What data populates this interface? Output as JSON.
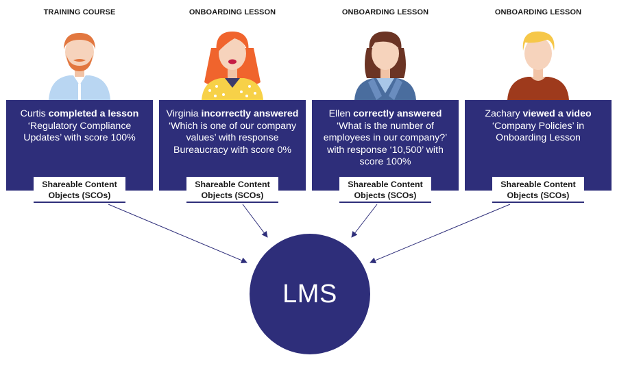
{
  "colors": {
    "primary": "#2e2e7a",
    "text_dark": "#1a1a1a",
    "background": "#ffffff"
  },
  "columns": [
    {
      "heading": "TRAINING COURSE",
      "avatar_icon": "man-beard-avatar-icon",
      "name": "Curtis",
      "action": "completed a lesson",
      "detail": "‘Regulatory Compliance Updates’ with score 100%",
      "sco_label": "Shareable Content Objects (SCOs)"
    },
    {
      "heading": "ONBOARDING LESSON",
      "avatar_icon": "woman-red-hair-avatar-icon",
      "name": "Virginia",
      "action": "incorrectly answered",
      "detail": "‘Which is one of our company values’ with response Bureaucracy with score 0%",
      "sco_label": "Shareable Content Objects (SCOs)"
    },
    {
      "heading": "ONBOARDING LESSON",
      "avatar_icon": "woman-brown-hair-avatar-icon",
      "name": "Ellen",
      "action": "correctly answered",
      "detail": "‘What is the number of employees in our company?’ with response ‘10,500’ with score 100%",
      "sco_label": "Shareable Content Objects (SCOs)"
    },
    {
      "heading": "ONBOARDING LESSON",
      "avatar_icon": "man-blond-avatar-icon",
      "name": "Zachary",
      "action": "viewed a video",
      "detail": "‘Company Policies’ in Onboarding Lesson",
      "sco_label": "Shareable Content Objects (SCOs)"
    }
  ],
  "lms": {
    "label": "LMS"
  }
}
